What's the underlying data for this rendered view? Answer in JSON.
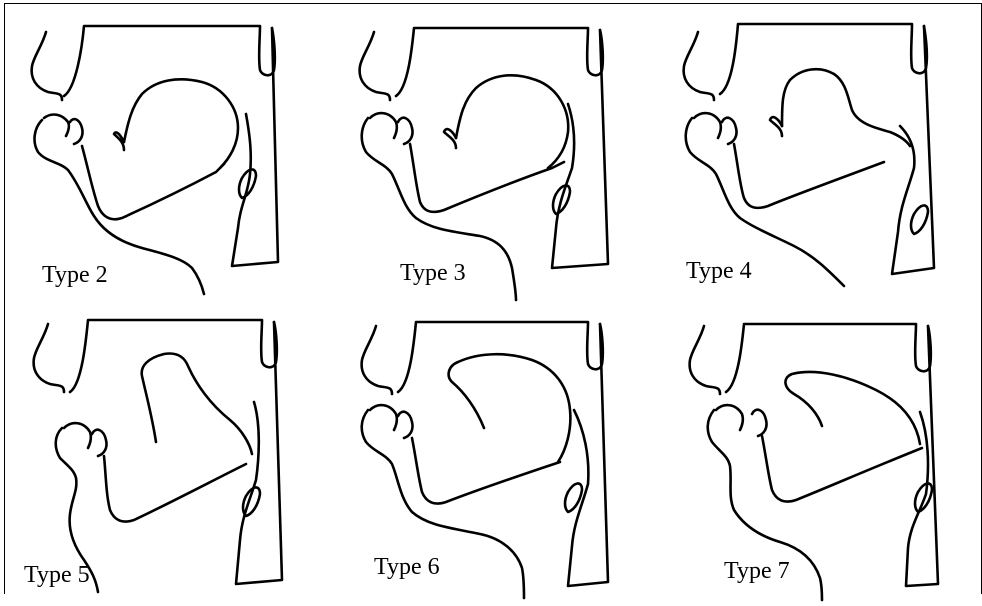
{
  "figure": {
    "panels": [
      {
        "id": "type-2",
        "label": "Type 2"
      },
      {
        "id": "type-3",
        "label": "Type 3"
      },
      {
        "id": "type-4",
        "label": "Type 4"
      },
      {
        "id": "type-5",
        "label": "Type 5"
      },
      {
        "id": "type-6",
        "label": "Type 6"
      },
      {
        "id": "type-7",
        "label": "Type 7"
      }
    ]
  }
}
